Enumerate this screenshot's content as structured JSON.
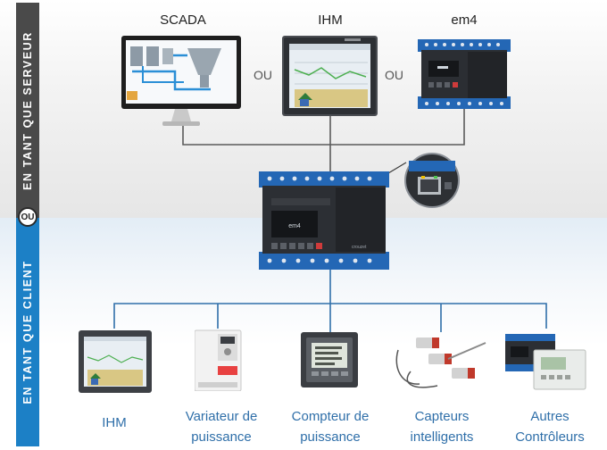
{
  "sidebar": {
    "server_label": "EN TANT QUE SERVEUR",
    "client_label": "EN TANT QUE CLIENT",
    "or_badge": "OU"
  },
  "server": {
    "devices": [
      "SCADA",
      "IHM",
      "em4"
    ],
    "separators": [
      "OU",
      "OU"
    ]
  },
  "controller": {
    "screen_text": "em4",
    "brand": "crouzet"
  },
  "client": {
    "devices": [
      {
        "line1": "IHM",
        "line2": ""
      },
      {
        "line1": "Variateur de",
        "line2": "puissance"
      },
      {
        "line1": "Compteur de",
        "line2": "puissance"
      },
      {
        "line1": "Capteurs",
        "line2": "intelligents"
      },
      {
        "line1": "Autres",
        "line2": "Contrôleurs"
      }
    ]
  },
  "colors": {
    "server_band": "#4a4a4a",
    "client_band": "#1c80c6",
    "wire_top": "#5a5a5a",
    "wire_bottom": "#2f6fa9",
    "device_blue": "#2467b5",
    "label_blue": "#2f6fa9"
  }
}
